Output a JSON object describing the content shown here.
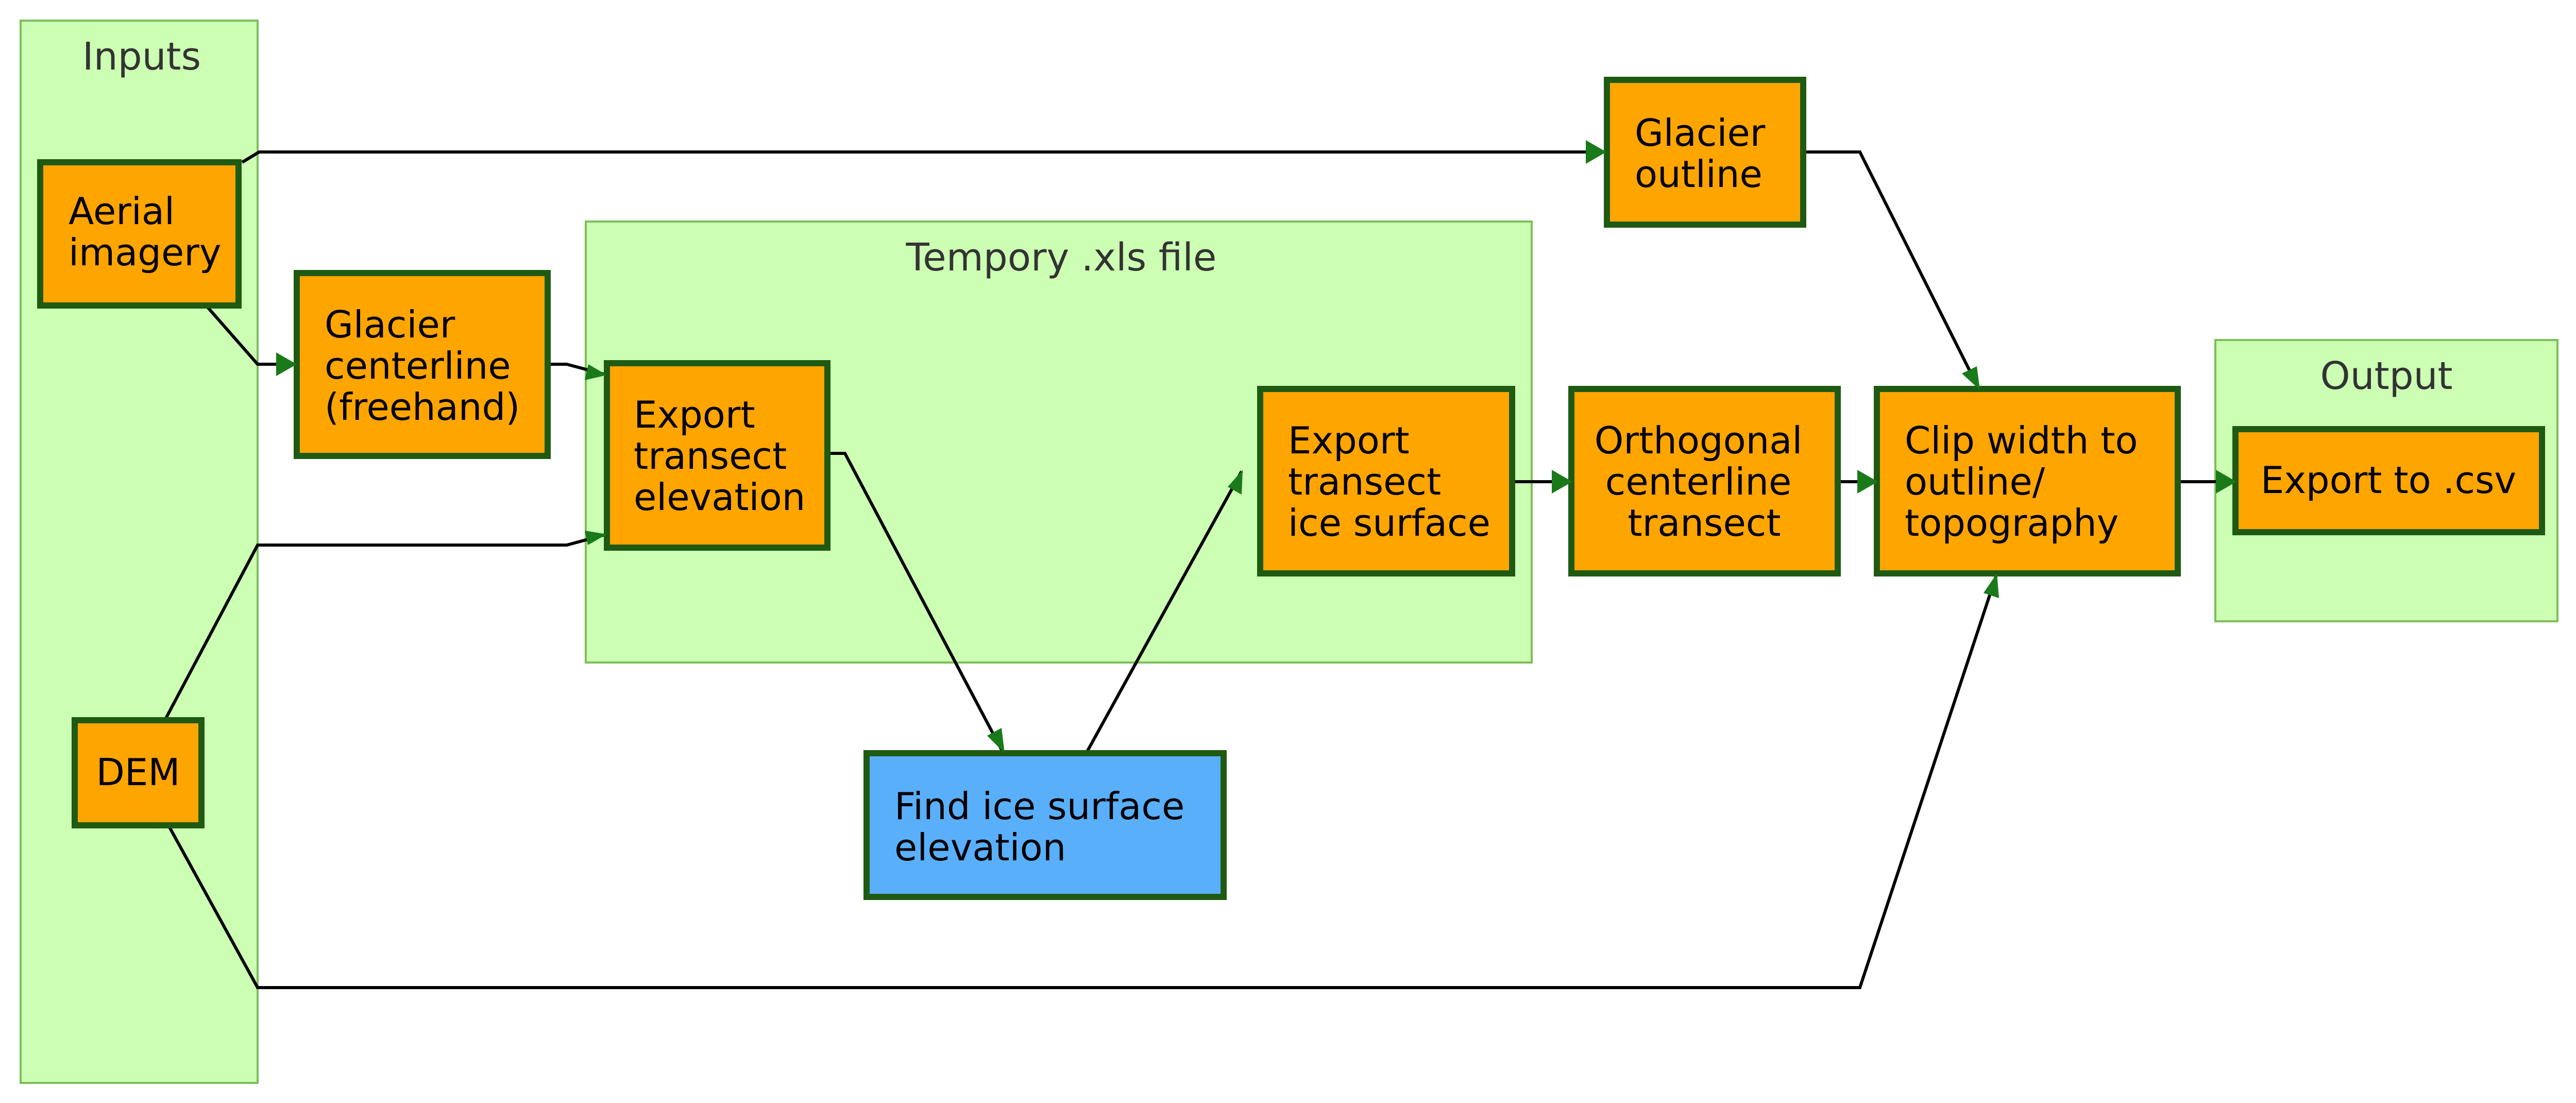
{
  "diagram": {
    "groups": {
      "inputs": "Inputs",
      "temp": "Tempory .xls file",
      "output": "Output"
    },
    "nodes": {
      "aerial": [
        "Aerial",
        "imagery"
      ],
      "dem": [
        "DEM"
      ],
      "centerline": [
        "Glacier",
        "centerline",
        "(freehand)"
      ],
      "outline": [
        "Glacier",
        "outline"
      ],
      "export_elev": [
        "Export",
        "transect",
        "elevation"
      ],
      "export_ice": [
        "Export",
        "transect",
        "ice surface"
      ],
      "find_ice": [
        "Find ice surface",
        "elevation"
      ],
      "orthogonal": [
        "Orthogonal",
        "centerline",
        "transect"
      ],
      "clip": [
        "Clip width to",
        "outline/",
        "topography"
      ],
      "export_csv": [
        "Export to .csv"
      ]
    },
    "colors": {
      "node_fill": "#ffa500",
      "highlight_fill": "#5aaffa",
      "node_border": "#1f5a12",
      "group_fill": "#ccffb3",
      "group_border": "#7cbf5a",
      "edge": "#000000",
      "arrowhead": "#1a7a1a"
    }
  }
}
